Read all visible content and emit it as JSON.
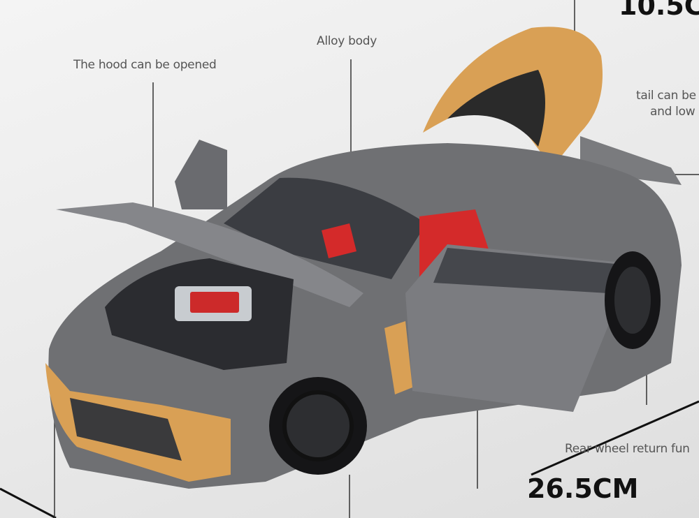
{
  "annotations": {
    "hood": "The hood can be opened",
    "body": "Alloy body",
    "tail": "tail can be",
    "tail_line2": "and low",
    "rear_wheel": "Rear wheel return fun"
  },
  "dimensions": {
    "height": "10.5C",
    "length": "26.5CM"
  },
  "colors": {
    "body": "#6f7073",
    "accent_gold": "#d9a055",
    "interior": "#d42a2a",
    "background": "#ececec"
  }
}
